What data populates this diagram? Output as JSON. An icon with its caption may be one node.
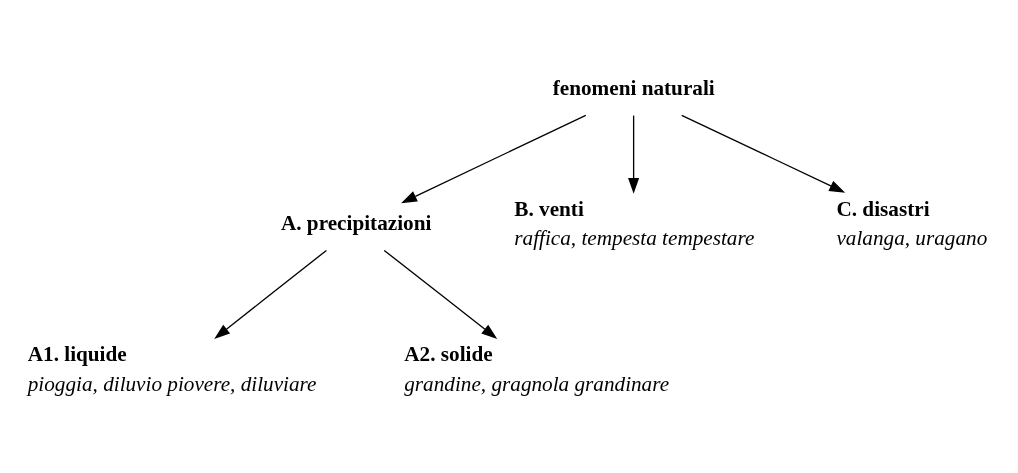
{
  "diagram": {
    "nodes": [
      {
        "text": [
          "fenomeni naturali"
        ]
      },
      {
        "text": [
          "A. precipitazioni"
        ]
      },
      {
        "text": [
          "B. venti",
          "raffica, tempesta tempestare"
        ]
      },
      {
        "text": [
          "C. disastri",
          "valanga, uragano"
        ]
      },
      {
        "text": [
          "A1. liquide",
          "pioggia, diluvio piovere, diluviare"
        ]
      },
      {
        "text": [
          "A2. solide",
          "grandine, gragnola grandinare"
        ]
      }
    ],
    "edges": [
      {
        "from": 0,
        "to": 1,
        "arrow": "to"
      },
      {
        "from": 0,
        "to": 2,
        "arrow": "to"
      },
      {
        "from": 0,
        "to": 3,
        "arrow": "to"
      },
      {
        "from": 1,
        "to": 4,
        "arrow": "to"
      },
      {
        "from": 1,
        "to": 5,
        "arrow": "to"
      }
    ]
  }
}
